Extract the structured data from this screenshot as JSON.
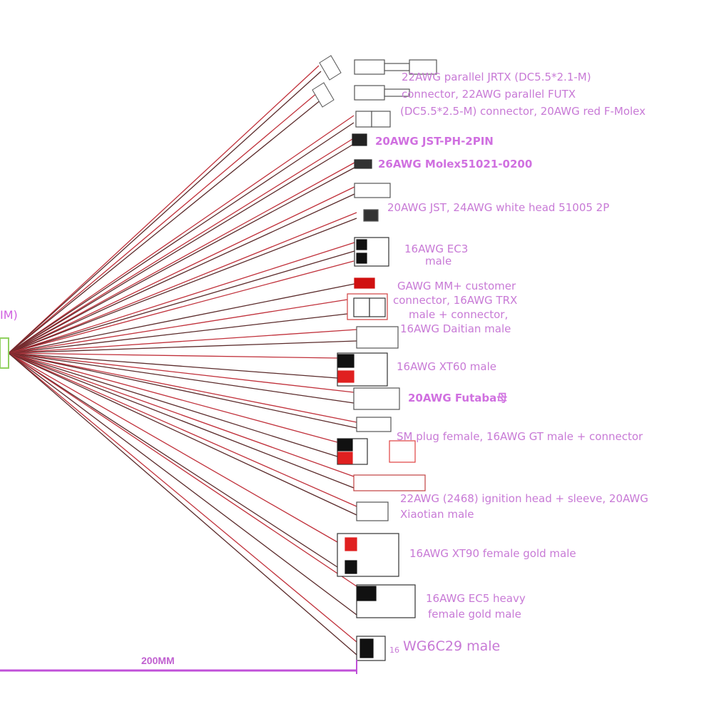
{
  "title_left": "IM)",
  "dimension_label": "200MM",
  "colors": {
    "wire_red": "#c0303a",
    "wire_dark": "#5a2a2a",
    "label": "#c87ad6",
    "dimension": "#c050d8",
    "hub": "#90d060"
  },
  "labels": {
    "l1": "22AWG parallel JRTX (DC5.5*2.1-M)",
    "l2": "connector, 22AWG parallel FUTX",
    "l3": "(DC5.5*2.5-M) connector, 20AWG red F-Molex",
    "l4": "20AWG JST-PH-2PIN",
    "l5": "26AWG Molex51021-0200",
    "l6": "20AWG JST, 24AWG white head 51005 2P",
    "l7": "16AWG EC3",
    "l8": "male",
    "l9": "GAWG MM+ customer",
    "l10": "connector, 16AWG TRX",
    "l11": "male + connector,",
    "l12": "16AWG Daitian male",
    "l13": "16AWG XT60 male",
    "l14": "20AWG  Futaba母",
    "l15": "SM plug female, 16AWG GT male + connector",
    "l16": "22AWG (2468) ignition head + sleeve, 20AWG",
    "l17": "Xiaotian male",
    "l18": "16AWG XT90 female gold male",
    "l19": "16AWG EC5 heavy",
    "l20": "female gold male",
    "l21": "WG6C29 male",
    "l21_prefix": "16"
  }
}
